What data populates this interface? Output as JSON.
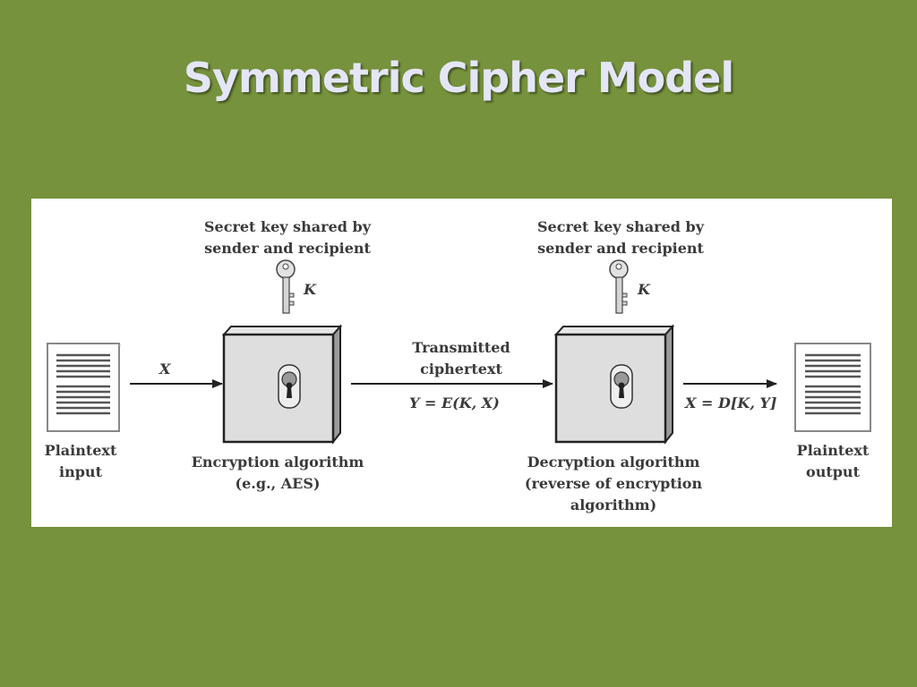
{
  "slide": {
    "title": "Symmetric Cipher Model"
  },
  "diagram": {
    "key_label_left": [
      "Secret key shared by",
      "sender and recipient"
    ],
    "key_label_right": [
      "Secret key shared by",
      "sender and recipient"
    ],
    "key_symbol": "K",
    "plaintext_input": [
      "Plaintext",
      "input"
    ],
    "plaintext_output": [
      "Plaintext",
      "output"
    ],
    "input_symbol": "X",
    "transmitted": [
      "Transmitted",
      "ciphertext"
    ],
    "ciphertext_formula": "Y = E(K, X)",
    "output_formula": "X = D[K, Y]",
    "encryption": [
      "Encryption algorithm",
      "(e.g., AES)"
    ],
    "decryption": [
      "Decryption algorithm",
      "(reverse of encryption",
      "algorithm)"
    ]
  },
  "colors": {
    "background": "#76923c",
    "title": "#e4e6f7",
    "panel": "#ffffff",
    "ink": "#3a3a3a"
  }
}
